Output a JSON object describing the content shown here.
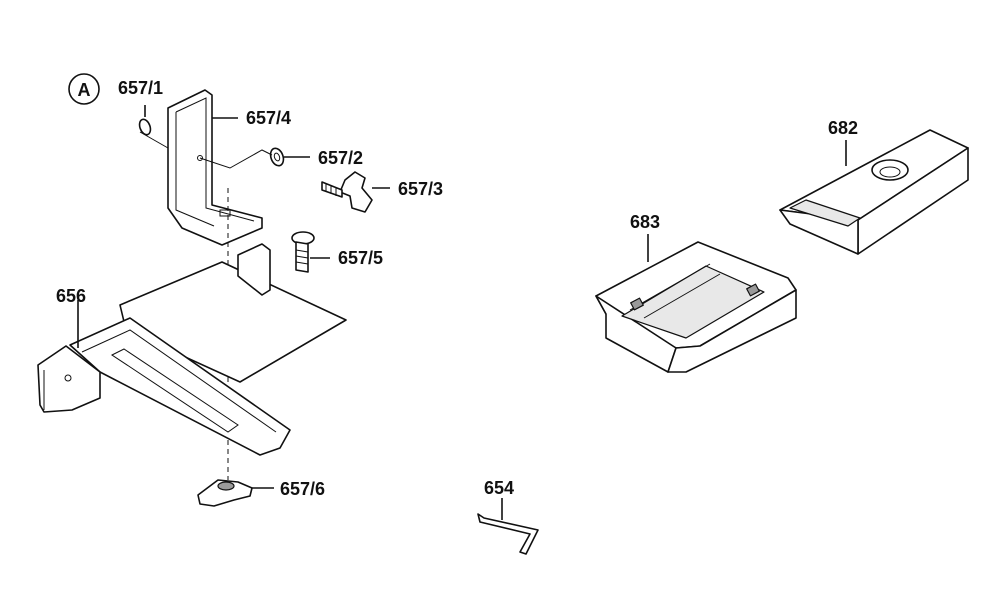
{
  "callouts": {
    "a": "A",
    "p657_1": "657/1",
    "p657_4": "657/4",
    "p657_2": "657/2",
    "p657_3": "657/3",
    "p657_5": "657/5",
    "p656": "656",
    "p657_6": "657/6",
    "p654": "654",
    "p683": "683",
    "p682": "682"
  }
}
